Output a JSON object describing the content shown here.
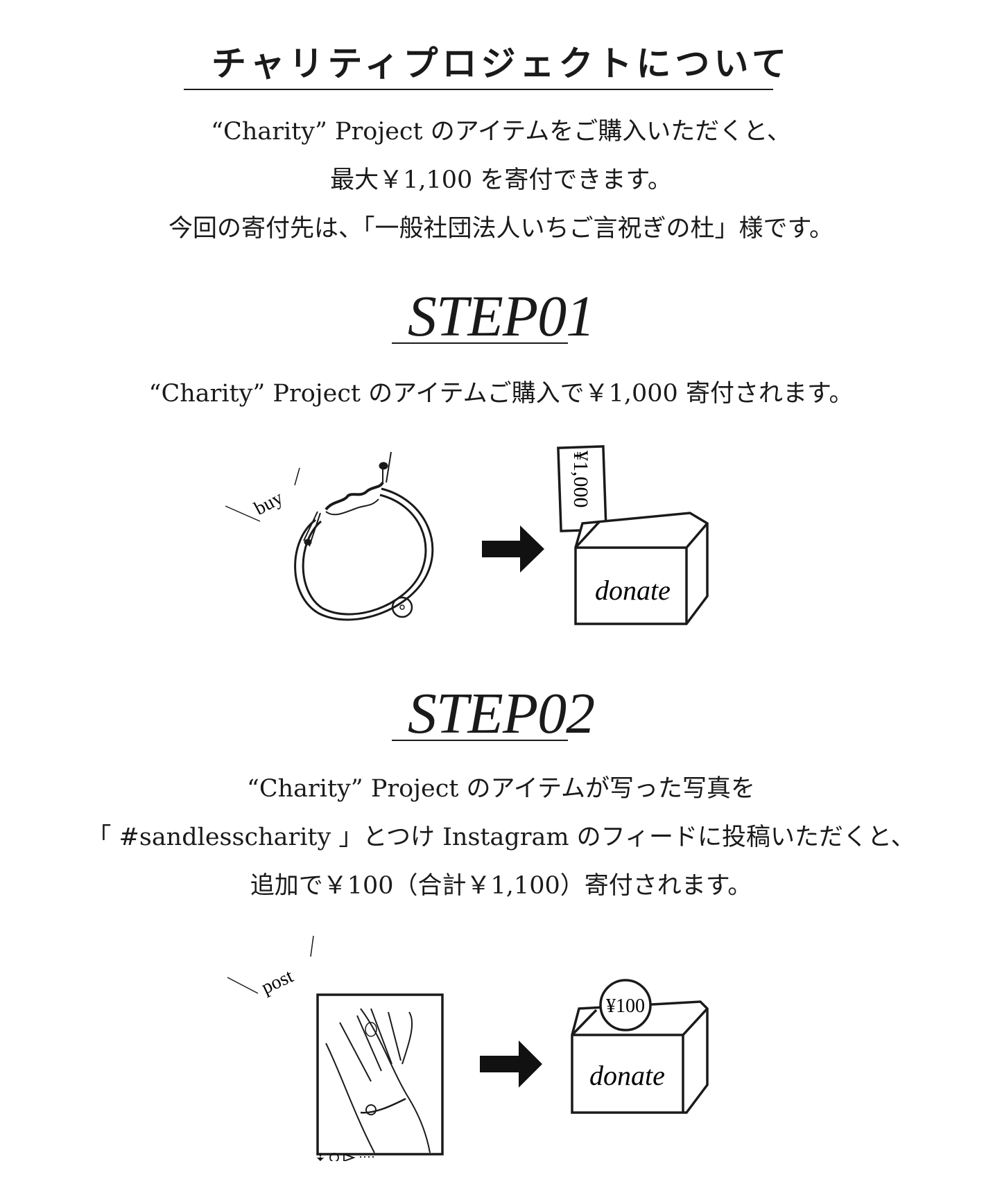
{
  "header": {
    "title": "チャリティプロジェクトについて"
  },
  "intro": {
    "line1": "“Charity” Project のアイテムをご購入いただくと、",
    "line2": "最大￥1,100 を寄付できます。",
    "line3": "今回の寄付先は、「一般社団法人いちご言祝ぎの杜」様です。"
  },
  "step1": {
    "heading": "STEP01",
    "text": "“Charity” Project のアイテムご購入で￥1,000 寄付されます。",
    "illustration": {
      "action_label": "buy",
      "banknote_label": "¥1,000",
      "box_label": "donate",
      "arrow_icon": "right-arrow-icon",
      "item_icon": "bracelet-icon"
    }
  },
  "step2": {
    "heading": "STEP02",
    "line1": "“Charity” Project のアイテムが写った写真を",
    "line2": "「 #sandlesscharity 」とつけ Instagram のフィードに投稿いただくと、",
    "line3": "追加で￥100（合計￥1,100）寄付されます。",
    "illustration": {
      "action_label": "post",
      "coin_label": "¥100",
      "box_label": "donate",
      "arrow_icon": "right-arrow-icon",
      "item_icon": "photo-post-icon",
      "reaction_dots": "····"
    }
  }
}
